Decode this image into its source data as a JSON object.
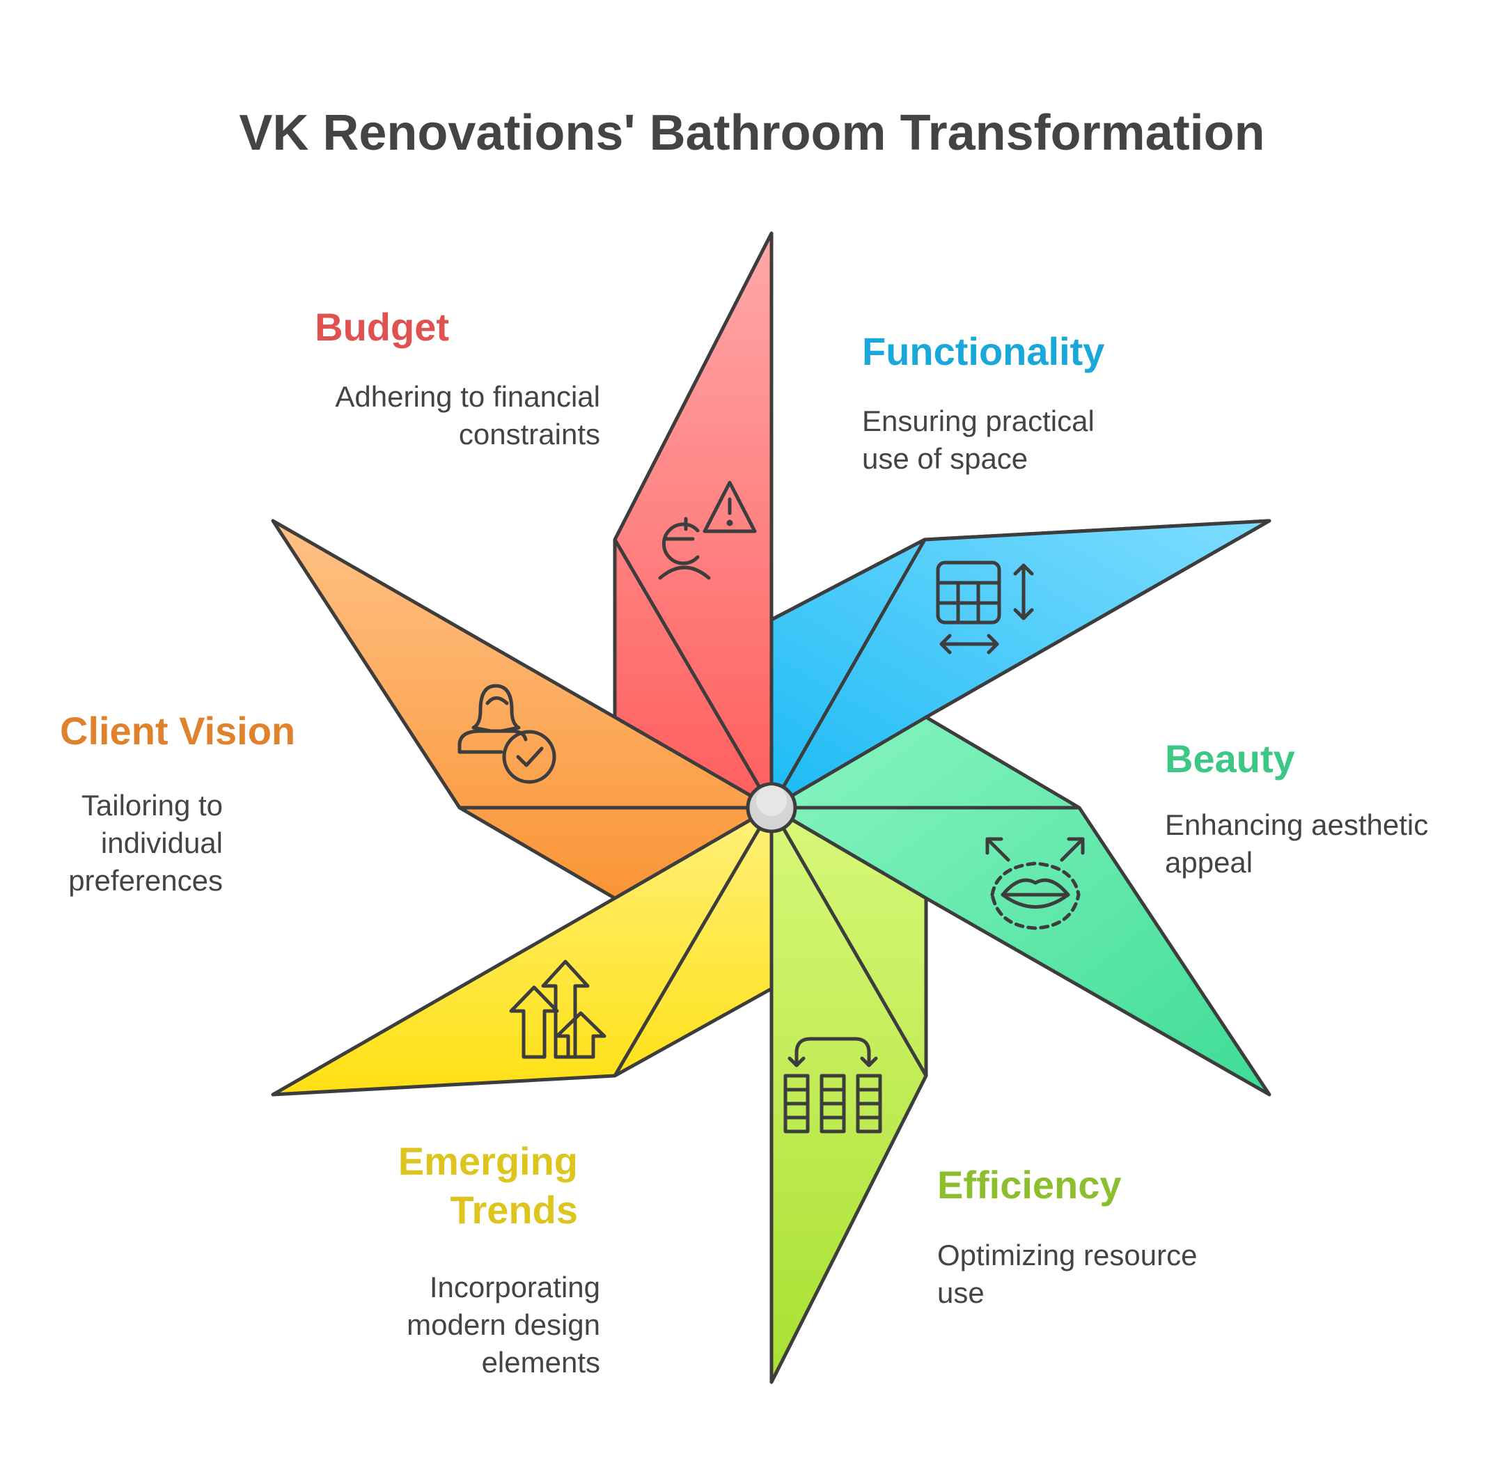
{
  "title": "VK Renovations' Bathroom Transformation",
  "items": [
    {
      "name": "Budget",
      "description": [
        "Adhering to financial",
        "constraints"
      ],
      "color": "#E05252",
      "icon": "euro-person-warning-icon"
    },
    {
      "name": "Functionality",
      "description": [
        "Ensuring practical",
        "use of space"
      ],
      "color": "#1AA7D9",
      "icon": "table-dimensions-icon"
    },
    {
      "name": "Beauty",
      "description": [
        "Enhancing aesthetic",
        "appeal"
      ],
      "color": "#3CC787",
      "icon": "lips-expand-icon"
    },
    {
      "name": "Efficiency",
      "description": [
        "Optimizing resource",
        "use"
      ],
      "color": "#8CBF2E",
      "icon": "columns-swap-icon"
    },
    {
      "name": "Emerging Trends",
      "name_lines": [
        "Emerging",
        "Trends"
      ],
      "description": [
        "Incorporating",
        "modern design",
        "elements"
      ],
      "color": "#DDC51E",
      "icon": "rising-arrows-icon"
    },
    {
      "name": "Client Vision",
      "description": [
        "Tailoring to",
        "individual",
        "preferences"
      ],
      "color": "#E0812E",
      "icon": "person-check-icon"
    }
  ]
}
